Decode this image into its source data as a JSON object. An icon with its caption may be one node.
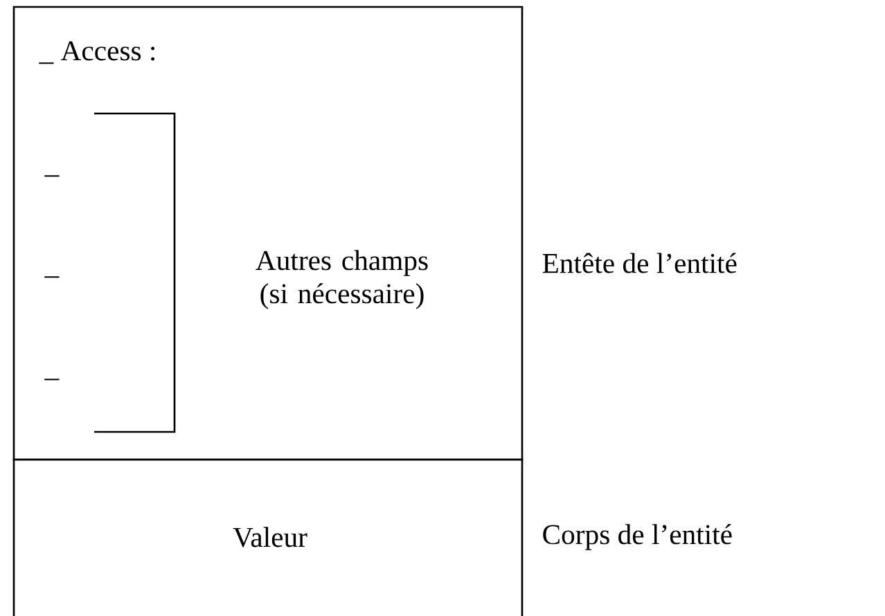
{
  "diagram": {
    "nodes": [
      {
        "text": [
          "_ Access :",
          "Autres champs (si nécessaire)"
        ],
        "beside": [
          "Entête de l’entité"
        ]
      },
      {
        "text": [
          "Valeur"
        ],
        "beside": [
          "Corps de l’entité"
        ]
      }
    ],
    "labels": [
      "_",
      "_",
      "_"
    ]
  }
}
